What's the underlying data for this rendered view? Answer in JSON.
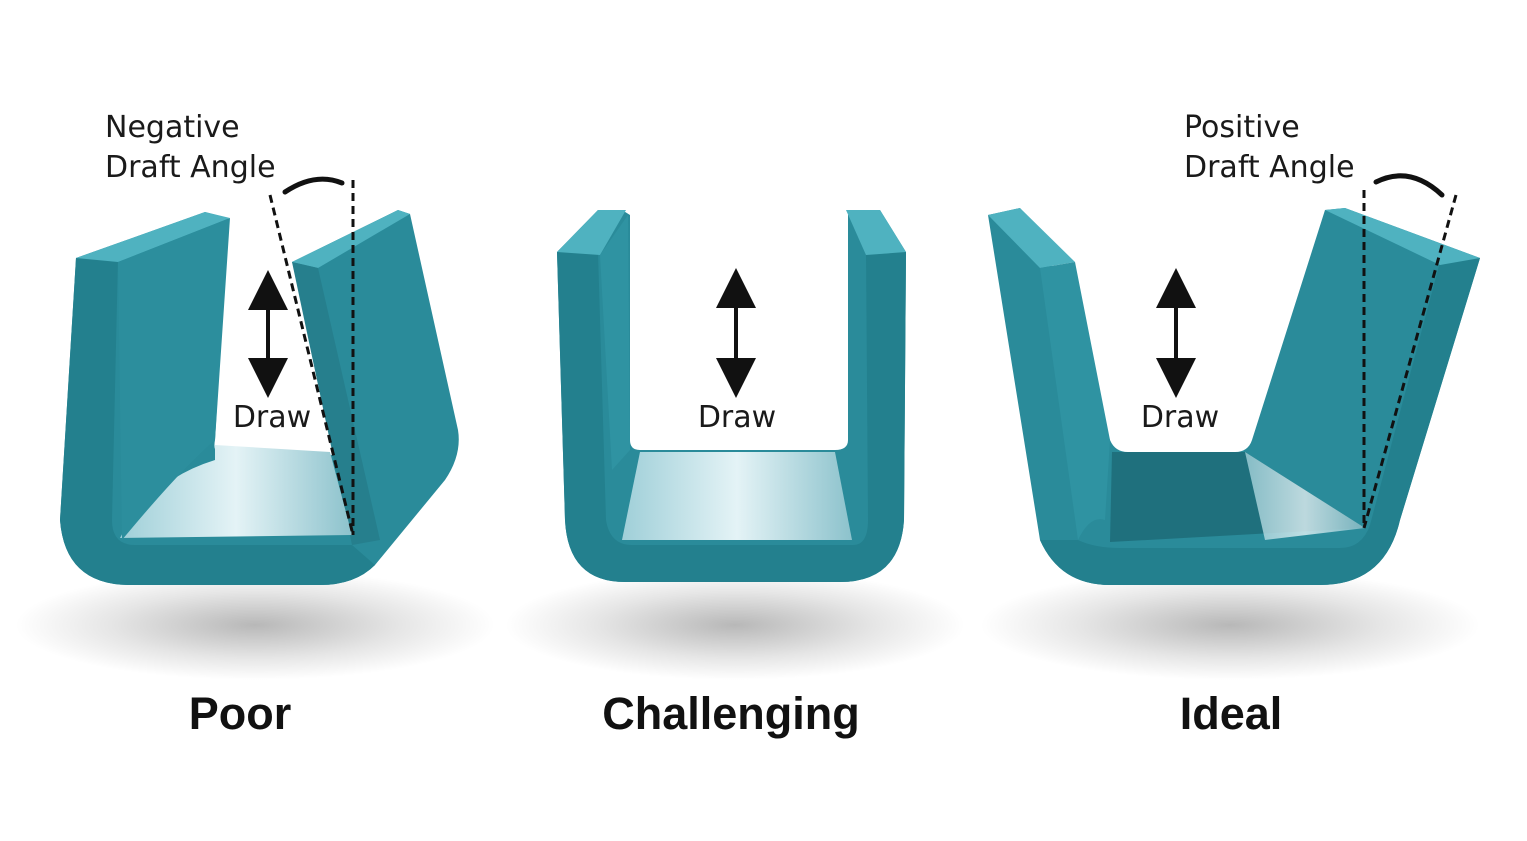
{
  "examples": [
    {
      "quality": "Poor",
      "draw_label": "Draw",
      "angle_label": [
        "Negative",
        "Draft Angle"
      ]
    },
    {
      "quality": "Challenging",
      "draw_label": "Draw"
    },
    {
      "quality": "Ideal",
      "draw_label": "Draw",
      "angle_label": [
        "Positive",
        "Draft Angle"
      ]
    }
  ],
  "colors": {
    "part_teal": "#2a8b9a",
    "part_dark": "#1f6f7c",
    "part_light": "#3aa2b2",
    "floor_light": "#cfe7ec",
    "ink": "#111111"
  }
}
